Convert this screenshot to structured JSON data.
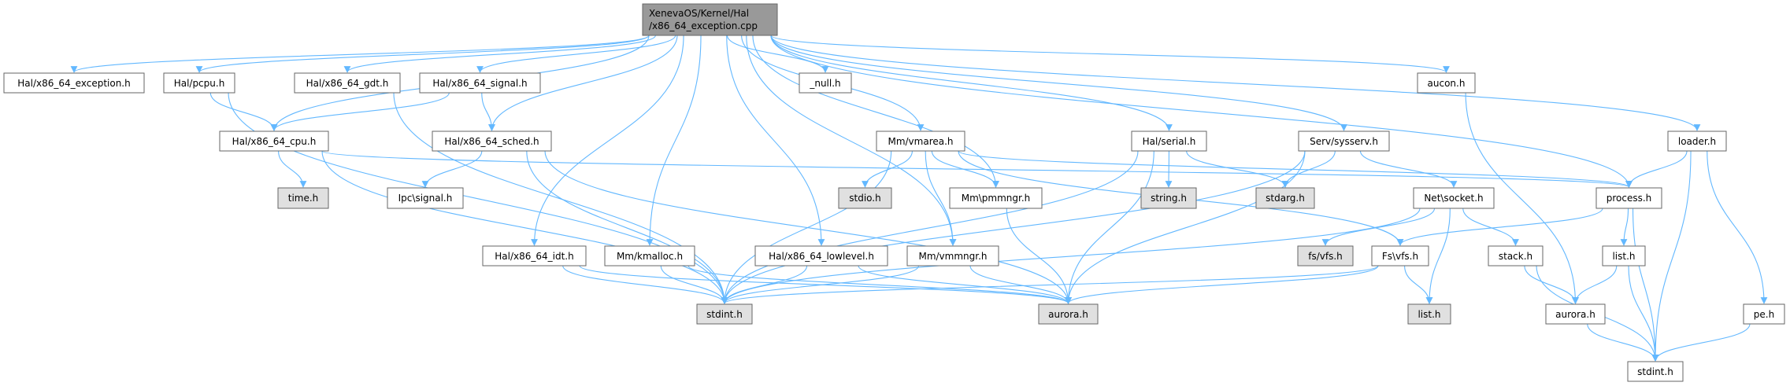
{
  "title": "XenevaOS/Kernel/Hal/x86_64_exception.cpp include graph",
  "colors": {
    "edge": "#63b8ff",
    "root_fill": "#999999",
    "missing_fill": "#e0e0e0",
    "node_fill": "#ffffff",
    "border": "#666666"
  },
  "nodes": [
    {
      "id": "root",
      "lines": [
        "XenevaOS/Kernel/Hal",
        "/x86_64_exception.cpp"
      ],
      "kind": "root"
    },
    {
      "id": "exception_h",
      "lines": [
        "Hal/x86_64_exception.h"
      ],
      "kind": "normal"
    },
    {
      "id": "pcpu_h",
      "lines": [
        "Hal/pcpu.h"
      ],
      "kind": "normal"
    },
    {
      "id": "gdt_h",
      "lines": [
        "Hal/x86_64_gdt.h"
      ],
      "kind": "normal"
    },
    {
      "id": "signal_h",
      "lines": [
        "Hal/x86_64_signal.h"
      ],
      "kind": "normal"
    },
    {
      "id": "null_h",
      "lines": [
        "_null.h"
      ],
      "kind": "normal"
    },
    {
      "id": "aucon_h",
      "lines": [
        "aucon.h"
      ],
      "kind": "normal"
    },
    {
      "id": "cpu_h",
      "lines": [
        "Hal/x86_64_cpu.h"
      ],
      "kind": "normal"
    },
    {
      "id": "sched_h",
      "lines": [
        "Hal/x86_64_sched.h"
      ],
      "kind": "normal"
    },
    {
      "id": "vmarea_h",
      "lines": [
        "Mm/vmarea.h"
      ],
      "kind": "normal"
    },
    {
      "id": "serial_h",
      "lines": [
        "Hal/serial.h"
      ],
      "kind": "normal"
    },
    {
      "id": "sysserv_h",
      "lines": [
        "Serv/sysserv.h"
      ],
      "kind": "normal"
    },
    {
      "id": "loader_h",
      "lines": [
        "loader.h"
      ],
      "kind": "normal"
    },
    {
      "id": "time_h",
      "lines": [
        "time.h"
      ],
      "kind": "missing"
    },
    {
      "id": "ipcsignal_h",
      "lines": [
        "Ipc\\signal.h"
      ],
      "kind": "normal"
    },
    {
      "id": "stdio_h",
      "lines": [
        "stdio.h"
      ],
      "kind": "missing"
    },
    {
      "id": "pmmngr_h",
      "lines": [
        "Mm\\pmmngr.h"
      ],
      "kind": "normal"
    },
    {
      "id": "string_h",
      "lines": [
        "string.h"
      ],
      "kind": "missing"
    },
    {
      "id": "stdarg_h",
      "lines": [
        "stdarg.h"
      ],
      "kind": "missing"
    },
    {
      "id": "socket_h",
      "lines": [
        "Net\\socket.h"
      ],
      "kind": "normal"
    },
    {
      "id": "process_h",
      "lines": [
        "process.h"
      ],
      "kind": "normal"
    },
    {
      "id": "idt_h",
      "lines": [
        "Hal/x86_64_idt.h"
      ],
      "kind": "normal"
    },
    {
      "id": "kmalloc_h",
      "lines": [
        "Mm/kmalloc.h"
      ],
      "kind": "normal"
    },
    {
      "id": "lowlevel_h",
      "lines": [
        "Hal/x86_64_lowlevel.h"
      ],
      "kind": "normal"
    },
    {
      "id": "vmmngr_h",
      "lines": [
        "Mm/vmmngr.h"
      ],
      "kind": "normal"
    },
    {
      "id": "fsvfs_gray_h",
      "lines": [
        "fs/vfs.h"
      ],
      "kind": "missing"
    },
    {
      "id": "fsvfs_h",
      "lines": [
        "Fs\\vfs.h"
      ],
      "kind": "normal"
    },
    {
      "id": "stack_h",
      "lines": [
        "stack.h"
      ],
      "kind": "normal"
    },
    {
      "id": "list_h",
      "lines": [
        "list.h"
      ],
      "kind": "normal"
    },
    {
      "id": "stdint_gray_h",
      "lines": [
        "stdint.h"
      ],
      "kind": "missing"
    },
    {
      "id": "aurora_gray_h",
      "lines": [
        "aurora.h"
      ],
      "kind": "missing"
    },
    {
      "id": "list_gray_h",
      "lines": [
        "list.h"
      ],
      "kind": "missing"
    },
    {
      "id": "aurora_h",
      "lines": [
        "aurora.h"
      ],
      "kind": "normal"
    },
    {
      "id": "pe_h",
      "lines": [
        "pe.h"
      ],
      "kind": "normal"
    },
    {
      "id": "stdint_h",
      "lines": [
        "stdint.h"
      ],
      "kind": "normal"
    }
  ],
  "edges": [
    [
      "root",
      "exception_h"
    ],
    [
      "root",
      "pcpu_h"
    ],
    [
      "root",
      "cpu_h"
    ],
    [
      "root",
      "gdt_h"
    ],
    [
      "root",
      "signal_h"
    ],
    [
      "root",
      "sched_h"
    ],
    [
      "root",
      "idt_h"
    ],
    [
      "root",
      "kmalloc_h"
    ],
    [
      "root",
      "lowlevel_h"
    ],
    [
      "root",
      "vmmngr_h"
    ],
    [
      "root",
      "vmarea_h"
    ],
    [
      "root",
      "null_h"
    ],
    [
      "root",
      "pmmngr_h"
    ],
    [
      "root",
      "serial_h"
    ],
    [
      "root",
      "sysserv_h"
    ],
    [
      "root",
      "aucon_h"
    ],
    [
      "root",
      "process_h"
    ],
    [
      "root",
      "loader_h"
    ],
    [
      "pcpu_h",
      "cpu_h"
    ],
    [
      "pcpu_h",
      "stdint_gray_h"
    ],
    [
      "gdt_h",
      "stdint_gray_h"
    ],
    [
      "signal_h",
      "cpu_h"
    ],
    [
      "signal_h",
      "sched_h"
    ],
    [
      "cpu_h",
      "time_h"
    ],
    [
      "cpu_h",
      "stdint_gray_h"
    ],
    [
      "cpu_h",
      "process_h"
    ],
    [
      "sched_h",
      "ipcsignal_h"
    ],
    [
      "sched_h",
      "stdint_gray_h"
    ],
    [
      "sched_h",
      "aurora_gray_h"
    ],
    [
      "vmarea_h",
      "stdio_h"
    ],
    [
      "vmarea_h",
      "stdint_gray_h"
    ],
    [
      "vmarea_h",
      "pmmngr_h"
    ],
    [
      "vmarea_h",
      "vmmngr_h"
    ],
    [
      "vmarea_h",
      "fsvfs_h"
    ],
    [
      "vmarea_h",
      "process_h"
    ],
    [
      "idt_h",
      "stdint_gray_h"
    ],
    [
      "idt_h",
      "aurora_gray_h"
    ],
    [
      "kmalloc_h",
      "stdint_gray_h"
    ],
    [
      "kmalloc_h",
      "aurora_gray_h"
    ],
    [
      "lowlevel_h",
      "stdint_gray_h"
    ],
    [
      "lowlevel_h",
      "aurora_gray_h"
    ],
    [
      "vmmngr_h",
      "stdint_gray_h"
    ],
    [
      "vmmngr_h",
      "aurora_gray_h"
    ],
    [
      "pmmngr_h",
      "aurora_gray_h"
    ],
    [
      "serial_h",
      "string_h"
    ],
    [
      "serial_h",
      "stdarg_h"
    ],
    [
      "serial_h",
      "stdint_gray_h"
    ],
    [
      "serial_h",
      "aurora_gray_h"
    ],
    [
      "sysserv_h",
      "stdarg_h"
    ],
    [
      "sysserv_h",
      "socket_h"
    ],
    [
      "sysserv_h",
      "stdint_gray_h"
    ],
    [
      "sysserv_h",
      "aurora_gray_h"
    ],
    [
      "socket_h",
      "fsvfs_gray_h"
    ],
    [
      "socket_h",
      "list_gray_h"
    ],
    [
      "socket_h",
      "stack_h"
    ],
    [
      "socket_h",
      "stdint_gray_h"
    ],
    [
      "process_h",
      "fsvfs_h"
    ],
    [
      "process_h",
      "list_h"
    ],
    [
      "process_h",
      "stdint_h"
    ],
    [
      "fsvfs_h",
      "list_gray_h"
    ],
    [
      "fsvfs_h",
      "stdint_gray_h"
    ],
    [
      "fsvfs_h",
      "aurora_gray_h"
    ],
    [
      "stack_h",
      "aurora_h"
    ],
    [
      "stack_h",
      "stdint_h"
    ],
    [
      "list_h",
      "aurora_h"
    ],
    [
      "list_h",
      "stdint_h"
    ],
    [
      "aucon_h",
      "aurora_h"
    ],
    [
      "aurora_h",
      "stdint_h"
    ],
    [
      "loader_h",
      "process_h"
    ],
    [
      "loader_h",
      "stdint_h"
    ],
    [
      "loader_h",
      "pe_h"
    ],
    [
      "pe_h",
      "stdint_h"
    ]
  ]
}
